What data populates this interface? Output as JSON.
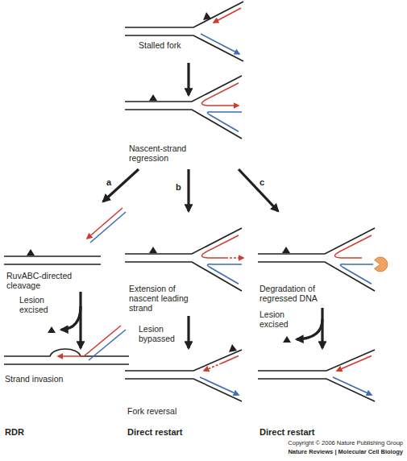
{
  "diagram": {
    "nodes": [
      {
        "text": [
          "Stalled fork"
        ]
      },
      {
        "text": [
          "Nascent-strand regression"
        ]
      },
      {
        "text": [
          "RuvABC-directed cleavage"
        ]
      },
      {
        "text": [
          "Extension of nascent leading strand"
        ]
      },
      {
        "text": [
          "Degradation of regressed DNA"
        ]
      },
      {
        "text": [
          "Strand invasion",
          "RDR"
        ]
      },
      {
        "text": [
          "Fork reversal",
          "Direct restart"
        ]
      },
      {
        "text": [
          "Direct restart"
        ]
      }
    ],
    "edges": [
      {
        "from": 0,
        "to": 1,
        "arrow": "to"
      },
      {
        "from": 1,
        "to": 2,
        "label": "a",
        "arrow": "to"
      },
      {
        "from": 1,
        "to": 3,
        "label": "b",
        "arrow": "to"
      },
      {
        "from": 1,
        "to": 4,
        "label": "c",
        "arrow": "to"
      },
      {
        "from": 2,
        "to": 5,
        "label": "Lesion excised",
        "arrow": "to"
      },
      {
        "from": 3,
        "to": 6,
        "label": "Lesion bypassed",
        "arrow": "to"
      },
      {
        "from": 4,
        "to": 7,
        "label": "Lesion excised",
        "arrow": "to"
      }
    ],
    "labels": [
      "Copyright © 2006 Nature Publishing Group",
      "Nature Reviews | Molecular Cell Biology"
    ]
  }
}
